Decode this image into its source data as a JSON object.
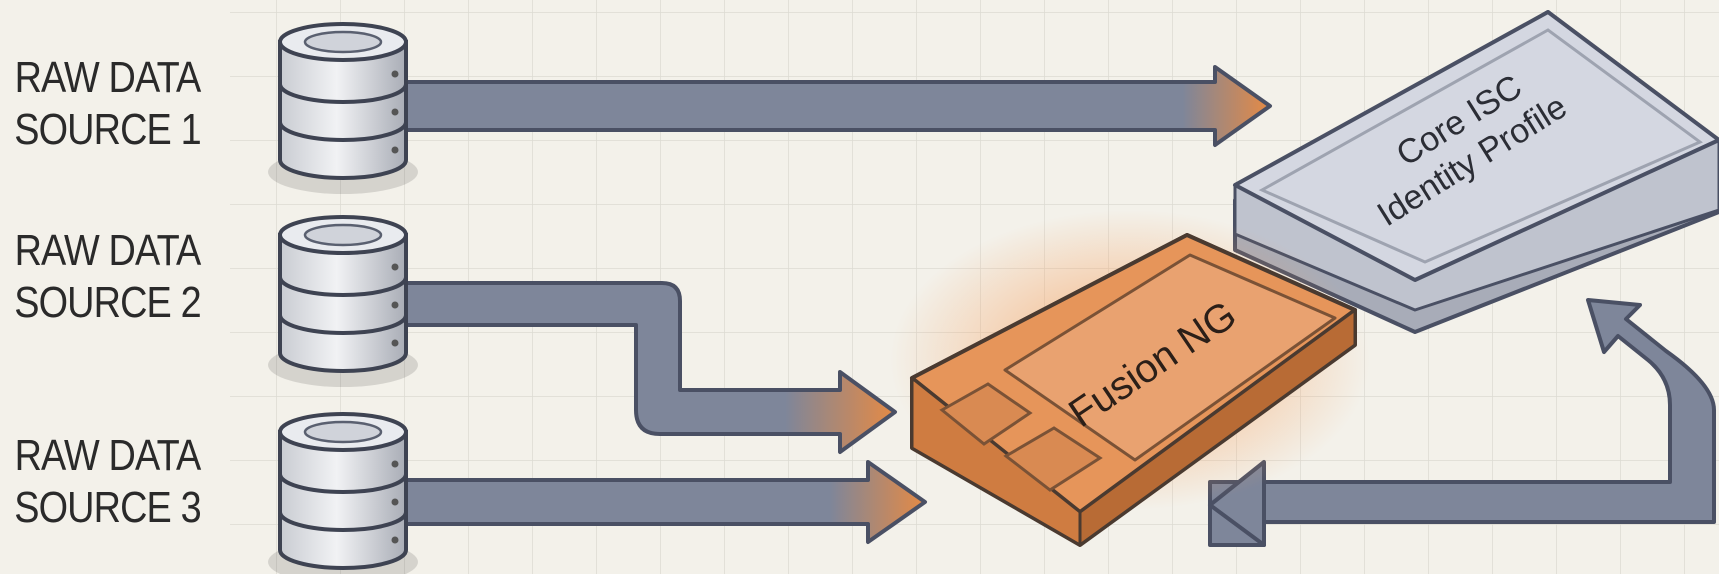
{
  "sources": [
    {
      "line1": "RAW DATA",
      "line2": "SOURCE 1"
    },
    {
      "line1": "RAW DATA",
      "line2": "SOURCE 2"
    },
    {
      "line1": "RAW DATA",
      "line2": "SOURCE 3"
    }
  ],
  "fusion": {
    "label": "Fusion NG"
  },
  "core": {
    "line1": "Core ISC",
    "line2": "Identity Profile"
  },
  "colors": {
    "background": "#f3f1ea",
    "grid": "#dcdad2",
    "pipe": "#7e869a",
    "pipe_edge": "#4a5064",
    "accent": "#e58a45",
    "fusion_box": "#e6955a",
    "core_box": "#d4d7e1"
  }
}
